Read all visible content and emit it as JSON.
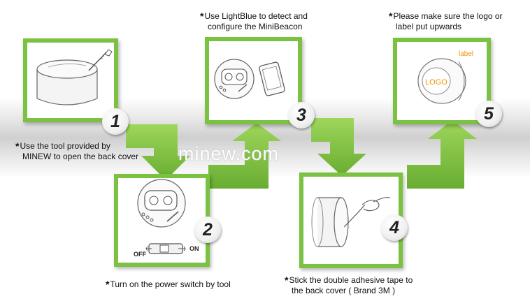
{
  "watermark": "minew.com",
  "brand_green": "#7bc142",
  "steps": [
    {
      "number": "1",
      "caption_line1": "Use the tool provided by",
      "caption_line2": "MINEW to open the back cover"
    },
    {
      "number": "2",
      "caption_line1": "Turn on the power switch by tool"
    },
    {
      "number": "3",
      "caption_line1": "Use LightBlue to detect and",
      "caption_line2": "configure the MiniBeacon"
    },
    {
      "number": "4",
      "caption_line1": "Stick the double adhesive tape to",
      "caption_line2": "the back cover ( Brand 3M )"
    },
    {
      "number": "5",
      "caption_line1": "Please make sure the logo or",
      "caption_line2": "label put upwards"
    }
  ],
  "illustrations": {
    "switch_off": "OFF",
    "switch_on": "ON",
    "logo_text": "LOGO",
    "label_text": "label"
  }
}
